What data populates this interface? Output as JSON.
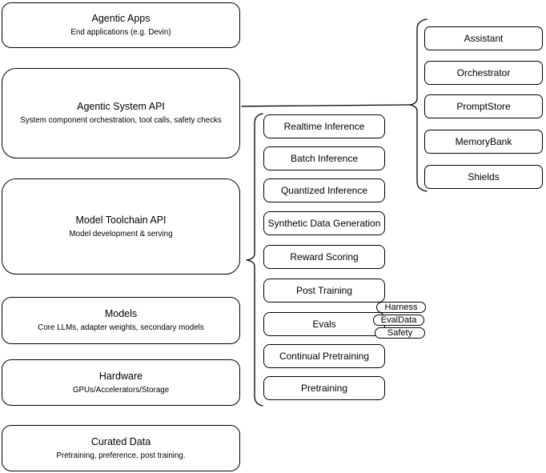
{
  "colors": {
    "stroke": "#000000",
    "background": "#ffffff",
    "text": "#000000"
  },
  "left_column": {
    "boxes": [
      {
        "title": "Agentic Apps",
        "subtitle": "End applications (e.g. Devin)"
      },
      {
        "title": "Agentic System API",
        "subtitle": "System component orchestration, tool calls, safety checks"
      },
      {
        "title": "Model Toolchain API",
        "subtitle": "Model development & serving"
      },
      {
        "title": "Models",
        "subtitle": "Core LLMs, adapter weights, secondary models"
      },
      {
        "title": "Hardware",
        "subtitle": "GPUs/Accelerators/Storage"
      },
      {
        "title": "Curated Data",
        "subtitle": "Pretraining, preference, post training."
      }
    ]
  },
  "middle_column": {
    "items": [
      {
        "label": "Realtime Inference"
      },
      {
        "label": "Batch Inference"
      },
      {
        "label": "Quantized Inference"
      },
      {
        "label": "Synthetic Data Generation"
      },
      {
        "label": "Reward Scoring"
      },
      {
        "label": "Post Training"
      },
      {
        "label": "Evals"
      },
      {
        "label": "Continual Pretraining"
      },
      {
        "label": "Pretraining"
      }
    ]
  },
  "right_column": {
    "items": [
      {
        "label": "Assistant"
      },
      {
        "label": "Orchestrator"
      },
      {
        "label": "PromptStore"
      },
      {
        "label": "MemoryBank"
      },
      {
        "label": "Shields"
      }
    ]
  },
  "eval_tags": {
    "items": [
      {
        "label": "Harness"
      },
      {
        "label": "EvalData"
      },
      {
        "label": "Safety"
      }
    ]
  }
}
